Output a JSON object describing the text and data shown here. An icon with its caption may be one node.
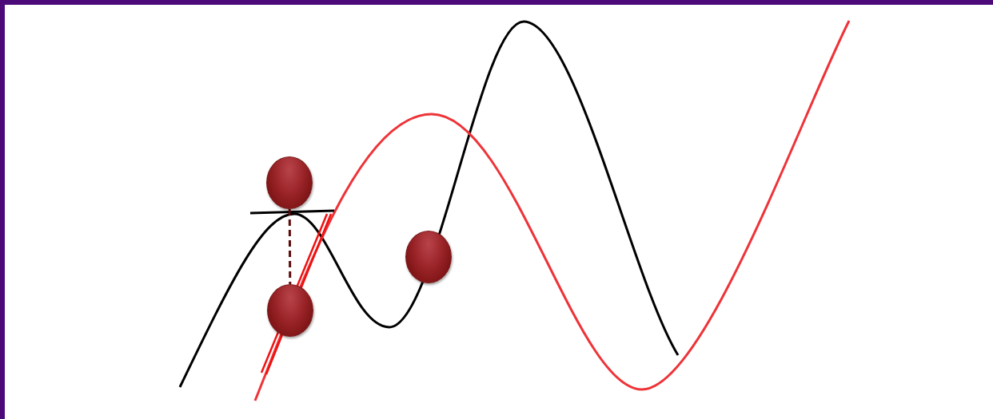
{
  "diagram": {
    "nodes": [
      {
        "text": [],
        "shape": "circle"
      },
      {
        "text": [],
        "shape": "circle"
      },
      {
        "text": [],
        "shape": "circle"
      }
    ],
    "edges": [
      {
        "from": 0,
        "to": 1,
        "arrow": "none",
        "style": "dashed",
        "color": "#5c0a0a"
      }
    ]
  }
}
